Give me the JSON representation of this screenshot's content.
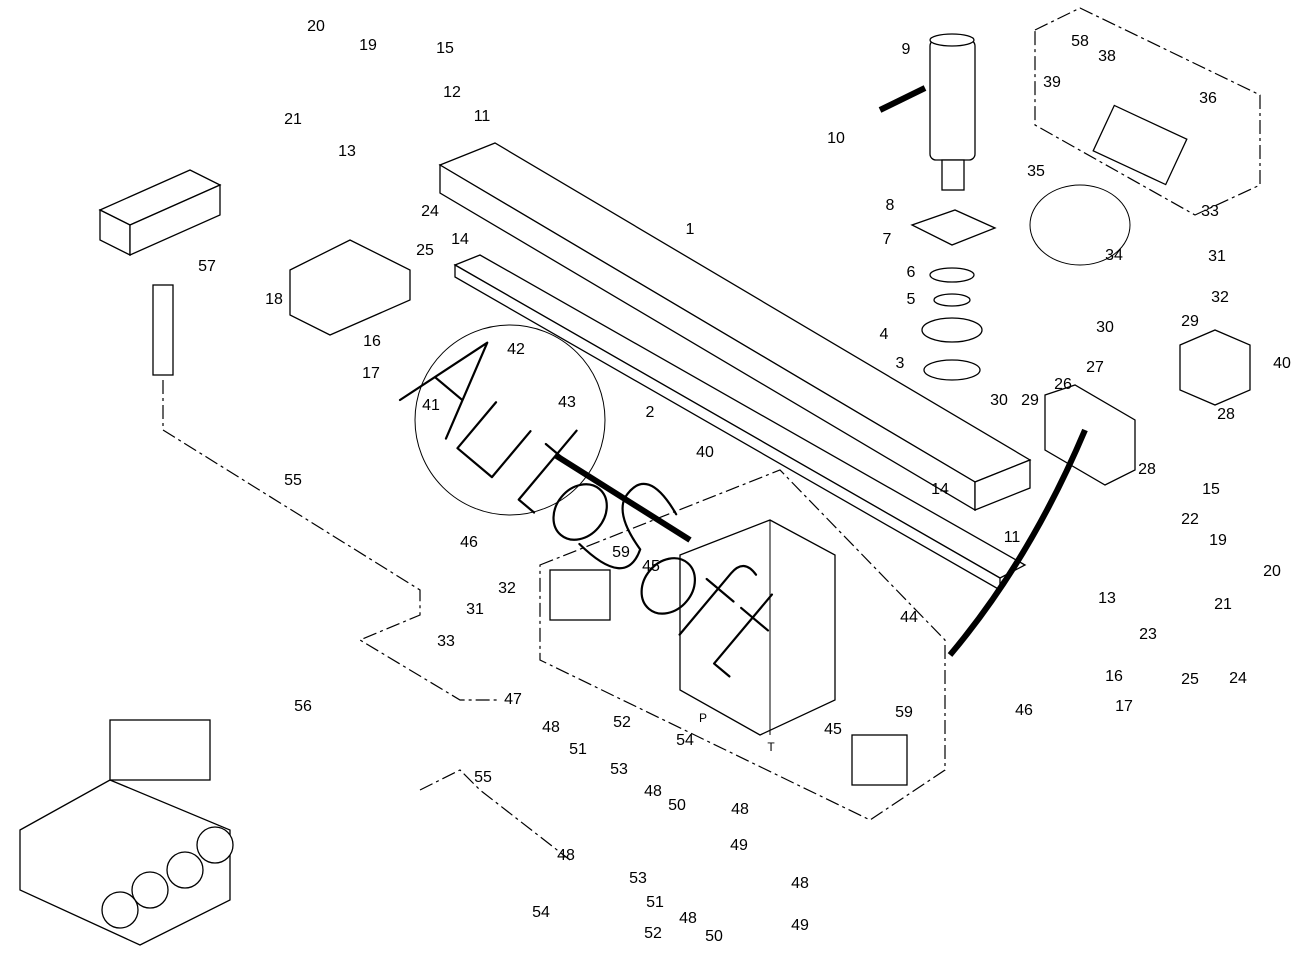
{
  "diagram": {
    "watermark": "AutoSoft",
    "port_labels": [
      "P",
      "T"
    ],
    "callouts": [
      "20",
      "19",
      "15",
      "12",
      "21",
      "11",
      "13",
      "24",
      "25",
      "14",
      "1",
      "57",
      "18",
      "16",
      "17",
      "42",
      "43",
      "41",
      "2",
      "55",
      "40",
      "46",
      "59",
      "45",
      "32",
      "31",
      "33",
      "47",
      "56",
      "52",
      "54",
      "48",
      "51",
      "53",
      "48",
      "50",
      "48",
      "49",
      "55",
      "48",
      "53",
      "51",
      "48",
      "54",
      "52",
      "50",
      "48",
      "49",
      "9",
      "10",
      "8",
      "7",
      "6",
      "5",
      "4",
      "3",
      "58",
      "38",
      "39",
      "36",
      "35",
      "33",
      "34",
      "31",
      "32",
      "30",
      "29",
      "27",
      "40",
      "26",
      "30",
      "29",
      "28",
      "28",
      "14",
      "15",
      "11",
      "22",
      "19",
      "20",
      "13",
      "21",
      "44",
      "23",
      "46",
      "45",
      "59",
      "16",
      "25",
      "24",
      "17"
    ]
  }
}
